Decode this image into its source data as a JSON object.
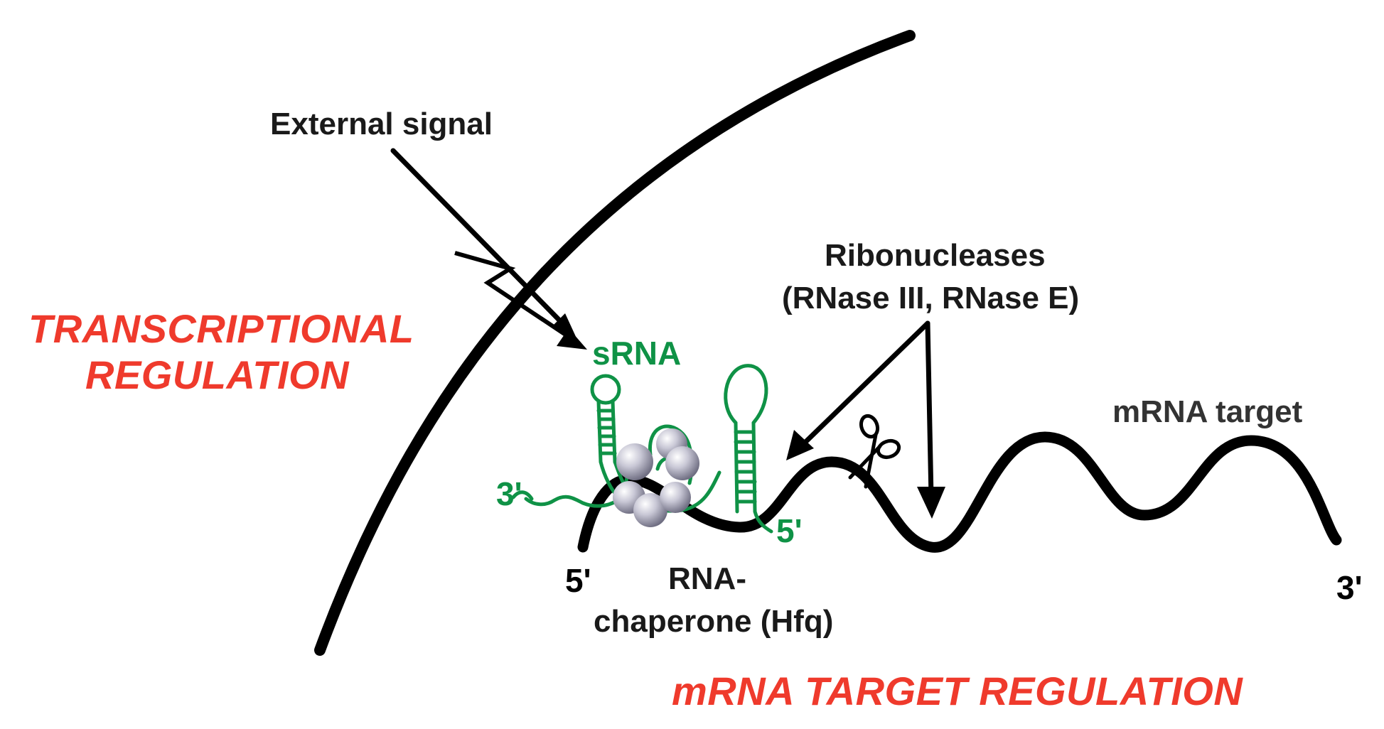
{
  "colors": {
    "membrane": "#000000",
    "mrna": "#000000",
    "srna": "#0f9246",
    "hfq_protein": "#a7a6b8",
    "regulation_label": "#ef3a2c",
    "text": "#1a1a1a"
  },
  "labels": {
    "external_signal": "External signal",
    "transcriptional_line1": "TRANSCRIPTIONAL",
    "transcriptional_line2": "REGULATION",
    "srna": "sRNA",
    "ribonucleases_line1": "Ribonucleases",
    "ribonucleases_line2": "(RNase III, RNase E)",
    "mrna_target": "mRNA target",
    "srna_3prime": "3'",
    "srna_5prime": "5'",
    "mrna_5prime": "5'",
    "mrna_3prime": "3'",
    "chaperone_line1": "RNA-",
    "chaperone_line2": "chaperone (Hfq)",
    "mrna_target_regulation": "mRNA TARGET REGULATION"
  },
  "icons": {
    "scissors": "scissors-icon",
    "signal": "lightning-arrow-icon"
  }
}
